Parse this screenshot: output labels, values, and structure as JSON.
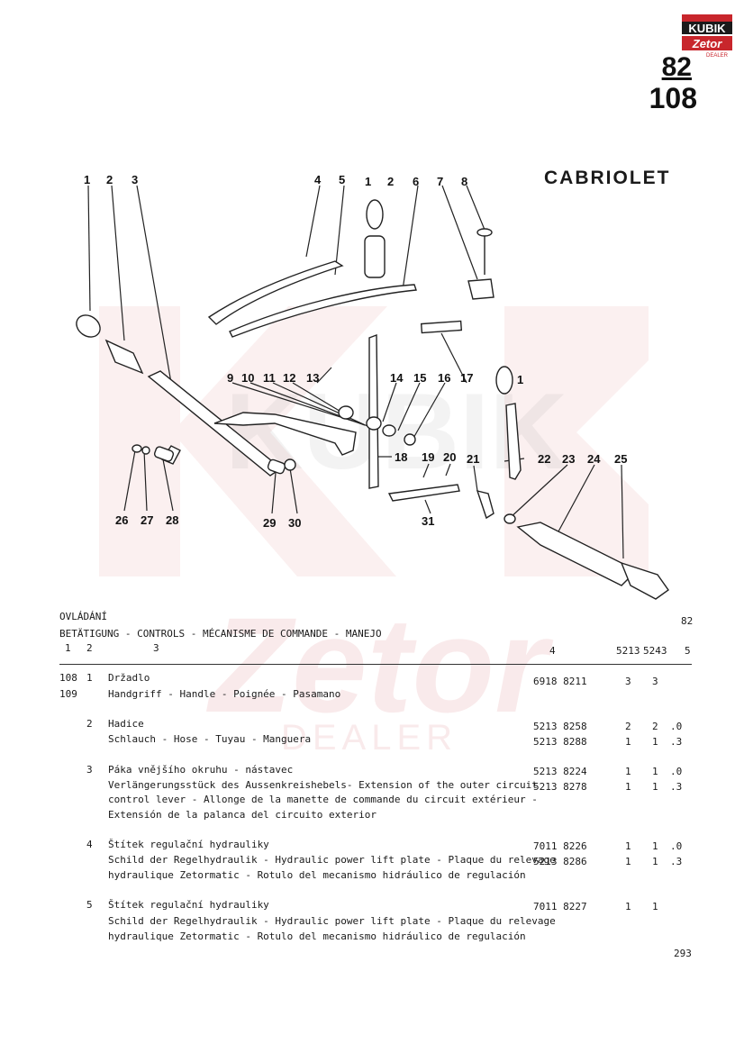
{
  "logo": {
    "top": "KUBIK",
    "middle": "Zetor",
    "bottom": "DEALER"
  },
  "page": {
    "top": "82",
    "bottom": "108",
    "footer": "293"
  },
  "heading": "CABRIOLET",
  "watermark": {
    "word": "Zetor",
    "sub": "DEALER",
    "mark": "KUBIK"
  },
  "callouts": [
    "1",
    "2",
    "3",
    "4",
    "5",
    "1",
    "2",
    "6",
    "7",
    "8",
    "9",
    "10",
    "11",
    "12",
    "13",
    "14",
    "15",
    "16",
    "17",
    "1",
    "22",
    "23",
    "24",
    "25",
    "18",
    "19",
    "20",
    "21",
    "26",
    "27",
    "28",
    "29",
    "30",
    "31"
  ],
  "parts": {
    "section_title": "OVLÁDÁNÍ",
    "section_subtitle": "BETÄTIGUNG - CONTROLS - MÉCANISME DE COMMANDE - MANEJO",
    "section_num": "82",
    "col_headers": [
      "1",
      "2",
      "3",
      "4",
      "5213",
      "5243",
      "5"
    ],
    "rows": [
      {
        "fig": "108",
        "pos": "1",
        "desc": [
          "Držadlo"
        ],
        "part": [
          "6918 8211"
        ],
        "q1": [
          "3"
        ],
        "q2": [
          "3"
        ],
        "note": [
          ""
        ]
      },
      {
        "fig": "109",
        "pos": "",
        "desc": [
          "Handgriff - Handle - Poignée - Pasamano"
        ],
        "part": [
          ""
        ],
        "q1": [
          ""
        ],
        "q2": [
          ""
        ],
        "note": [
          ""
        ]
      },
      {
        "fig": "",
        "pos": "2",
        "desc": [
          "Hadice",
          "Schlauch - Hose - Tuyau - Manguera"
        ],
        "part": [
          "5213 8258",
          "5213 8288"
        ],
        "q1": [
          "2",
          "1"
        ],
        "q2": [
          "2",
          "1"
        ],
        "note": [
          ".0",
          ".3"
        ]
      },
      {
        "fig": "",
        "pos": "3",
        "desc": [
          "Páka vnějšího okruhu - nástavec",
          "Verlängerungsstück des Aussenkreishebels- Extension of the outer circuit",
          "control lever - Allonge de la manette de commande du circuit extérieur -",
          "Extensión de la palanca del circuito exterior"
        ],
        "part": [
          "5213 8224",
          "5213 8278"
        ],
        "q1": [
          "1",
          "1"
        ],
        "q2": [
          "1",
          "1"
        ],
        "note": [
          ".0",
          ".3"
        ]
      },
      {
        "fig": "",
        "pos": "4",
        "desc": [
          "Štítek regulační hydrauliky",
          "Schild der Regelhydraulik - Hydraulic power lift plate - Plaque du relevage",
          "hydraulique Zetormatic - Rotulo del mecanismo hidráulico de regulación"
        ],
        "part": [
          "7011 8226",
          "5213 8286"
        ],
        "q1": [
          "1",
          "1"
        ],
        "q2": [
          "1",
          "1"
        ],
        "note": [
          ".0",
          ".3"
        ]
      },
      {
        "fig": "",
        "pos": "5",
        "desc": [
          "Štítek regulační hydrauliky",
          "Schild der Regelhydraulik - Hydraulic power lift plate - Plaque du relevage",
          "hydraulique Zetormatic - Rotulo del mecanismo hidráulico de regulación"
        ],
        "part": [
          "7011 8227"
        ],
        "q1": [
          "1"
        ],
        "q2": [
          "1"
        ],
        "note": [
          ""
        ]
      }
    ]
  }
}
